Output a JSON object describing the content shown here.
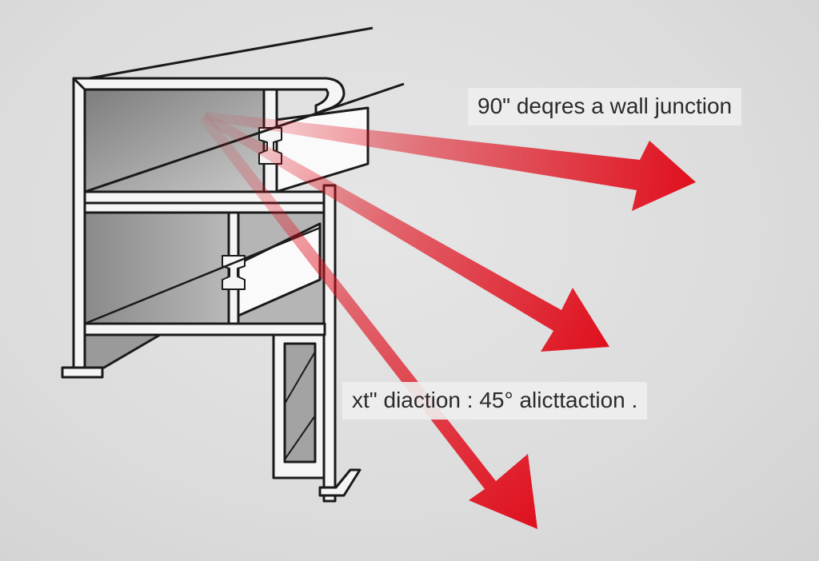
{
  "labels": {
    "top": "90\" deqres a wall junction",
    "bottom": "xt\" diaction : 45° alicttaction ."
  },
  "colors": {
    "background": "#dedede",
    "outline": "#1a1a1a",
    "profile_fill": "#f4f4f4",
    "cavity_shade": "#8f8f8f",
    "arrow_red": "#e0101e"
  },
  "arrows": [
    {
      "name": "arrow-horizontal",
      "icon": "arrow-right-icon"
    },
    {
      "name": "arrow-diagonal",
      "icon": "arrow-down-right-icon"
    },
    {
      "name": "arrow-steep",
      "icon": "arrow-down-icon"
    }
  ]
}
